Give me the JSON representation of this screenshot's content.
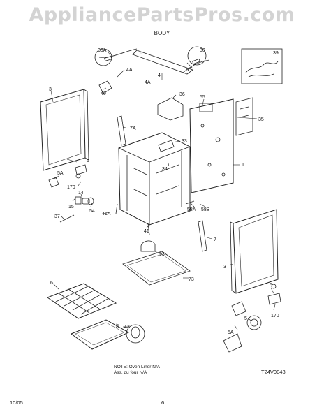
{
  "watermark": "AppliancePartsPros.com",
  "header": {
    "title": "BODY"
  },
  "parts": [
    {
      "id": "3",
      "label": "3"
    },
    {
      "id": "30a",
      "label": "30A"
    },
    {
      "id": "4a",
      "label": "4A"
    },
    {
      "id": "40",
      "label": "40"
    },
    {
      "id": "4",
      "label": "4"
    },
    {
      "id": "30",
      "label": "30"
    },
    {
      "id": "39",
      "label": "39"
    },
    {
      "id": "36",
      "label": "36"
    },
    {
      "id": "55",
      "label": "55"
    },
    {
      "id": "7a",
      "label": "7A"
    },
    {
      "id": "35",
      "label": "35"
    },
    {
      "id": "33",
      "label": "33"
    },
    {
      "id": "1",
      "label": "1"
    },
    {
      "id": "34",
      "label": "34"
    },
    {
      "id": "5",
      "label": "5"
    },
    {
      "id": "5a",
      "label": "5A"
    },
    {
      "id": "170",
      "label": "170"
    },
    {
      "id": "14",
      "label": "14"
    },
    {
      "id": "15",
      "label": "15"
    },
    {
      "id": "54",
      "label": "54"
    },
    {
      "id": "41a",
      "label": "41A"
    },
    {
      "id": "37",
      "label": "37"
    },
    {
      "id": "41",
      "label": "41"
    },
    {
      "id": "58a",
      "label": "58A"
    },
    {
      "id": "58b",
      "label": "58B"
    },
    {
      "id": "7",
      "label": "7"
    },
    {
      "id": "93",
      "label": "93"
    },
    {
      "id": "6",
      "label": "6"
    },
    {
      "id": "73",
      "label": "73"
    },
    {
      "id": "43",
      "label": "43"
    },
    {
      "id": "8",
      "label": "8"
    }
  ],
  "note": {
    "line1": "NOTE: Oven Liner N/A",
    "line2": "Ass. du four N/A"
  },
  "figure_code": "T24V0048",
  "footer": {
    "date": "10/05",
    "page": "6"
  }
}
